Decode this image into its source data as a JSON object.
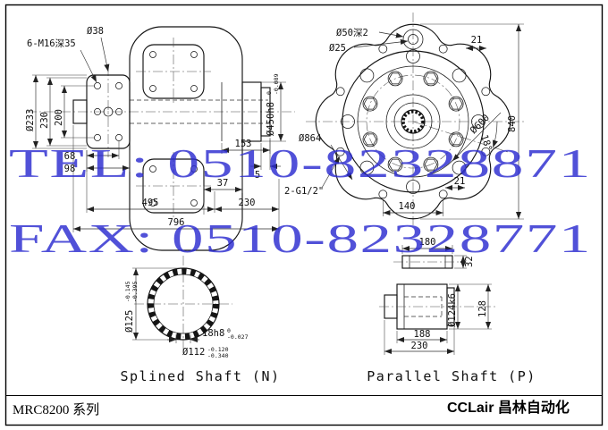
{
  "watermark": {
    "line1": "TEL: 0510-82328871",
    "line2": "FAX: 0510-82328771",
    "color": "#2b2bd0"
  },
  "titlebar": {
    "series": "MRC8200 系列",
    "brand": "CCLair 昌林自动化"
  },
  "side_view": {
    "dims": {
      "bolts": "6-M16深35",
      "d38": "Ø38",
      "d233": "Ø233",
      "v230": "230",
      "v200": "200",
      "h68": "68",
      "h98": "98",
      "h153": "153",
      "h5": "5",
      "h37": "37",
      "h495": "495",
      "h230": "230",
      "h796": "796",
      "d450": "Ø450h8",
      "d450_tt": "0",
      "d450_tb": "-0.089"
    }
  },
  "front_view": {
    "dims": {
      "d50": "Ø50深2",
      "d25": "Ø25",
      "t21": "21",
      "h840": "840",
      "d600": "Ø600",
      "d864": "Ø864",
      "a18": "18°",
      "ports": "2-G1/2\"",
      "w140": "140",
      "b21": "21"
    }
  },
  "spline_detail": {
    "label": "Splined Shaft (N)",
    "dims": {
      "d125": "Ø125",
      "d125_tt": "-0.145",
      "d125_tb": "-0.395",
      "key": "18h8",
      "key_tt": "0",
      "key_tb": "-0.027",
      "d112": "Ø112",
      "d112_tt": "-0.120",
      "d112_tb": "-0.340"
    }
  },
  "parallel_detail": {
    "label": "Parallel Shaft (P)",
    "dims": {
      "w180": "180",
      "t32": "32",
      "h128": "128",
      "w188": "188",
      "w230": "230",
      "d124": "Ø124k6"
    }
  }
}
